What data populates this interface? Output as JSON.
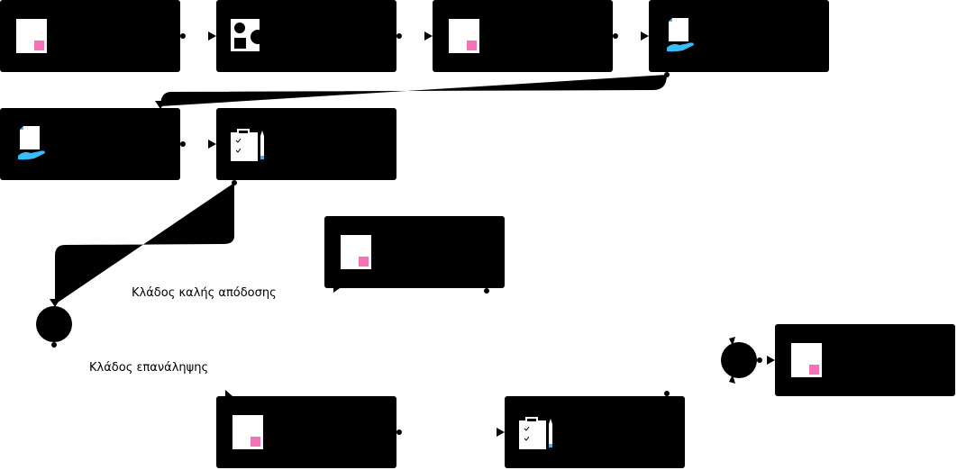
{
  "diagram": {
    "colors": {
      "background": "#ffffff",
      "node": "#000000",
      "connector": "#000000",
      "icon_paper": "#ffffff",
      "icon_accent_pink": "#f472b6",
      "icon_accent_blue": "#38bdf8"
    },
    "labels": {
      "good_performance_branch": "Κλάδος καλής απόδοσης",
      "repeat_branch": "Κλάδος επανάληψης"
    },
    "nodes": [
      {
        "id": "step-1",
        "icon": "document-icon"
      },
      {
        "id": "step-2",
        "icon": "shapes-icon"
      },
      {
        "id": "step-3",
        "icon": "document-icon"
      },
      {
        "id": "step-4",
        "icon": "document-hand-icon"
      },
      {
        "id": "step-5",
        "icon": "document-hand-icon"
      },
      {
        "id": "step-6",
        "icon": "clipboard-pencil-icon"
      },
      {
        "id": "step-7",
        "icon": "document-icon"
      },
      {
        "id": "step-8",
        "icon": "document-icon"
      },
      {
        "id": "step-9",
        "icon": "clipboard-pencil-icon"
      },
      {
        "id": "step-10",
        "icon": "document-icon"
      }
    ],
    "decisions": [
      {
        "id": "decision-1"
      },
      {
        "id": "decision-2"
      }
    ]
  }
}
